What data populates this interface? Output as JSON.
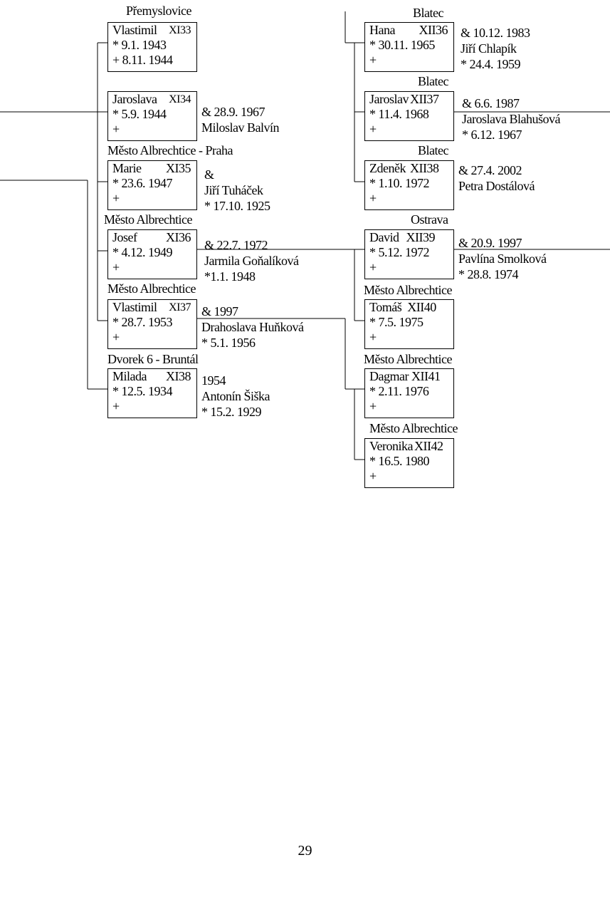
{
  "left_column": [
    {
      "place": "Přemyslovice",
      "name": "Vlastimil",
      "code": "XI33",
      "birth": "* 9.1. 1943",
      "death": "+ 8.11. 1944",
      "spouse": []
    },
    {
      "place": "",
      "name": "Jaroslava",
      "code": "XI34",
      "birth": "* 5.9. 1944",
      "death": "+",
      "spouse": [
        "& 28.9. 1967",
        "Miloslav Balvín"
      ]
    },
    {
      "place": "Město Albrechtice - Praha",
      "name": "Marie",
      "code": "XI35",
      "birth": "* 23.6. 1947",
      "death": "+",
      "spouse": [
        "&",
        "Jiří Tuháček",
        "* 17.10. 1925"
      ]
    },
    {
      "place": "Město Albrechtice",
      "name": "Josef",
      "code": "XI36",
      "birth": "* 4.12. 1949",
      "death": "+",
      "spouse": [
        "& 22.7. 1972",
        "Jarmila Goňalíková",
        "*1.1. 1948"
      ]
    },
    {
      "place": "Město Albrechtice",
      "name": "Vlastimil",
      "code": "XI37",
      "birth": "* 28.7. 1953",
      "death": "+",
      "spouse": [
        "& 1997",
        "Drahoslava Huňková",
        "* 5.1. 1956"
      ]
    },
    {
      "place": "Dvorek 6 - Bruntál",
      "name": "Milada",
      "code": "XI38",
      "birth": "* 12.5. 1934",
      "death": "+",
      "spouse": [
        "1954",
        "Antonín Šiška",
        "* 15.2. 1929"
      ]
    }
  ],
  "right_column": [
    {
      "place": "Blatec",
      "name": "Hana",
      "code": "XII36",
      "birth": "* 30.11. 1965",
      "death": "+",
      "spouse": [
        "& 10.12. 1983",
        "Jiří Chlapík",
        "* 24.4. 1959"
      ]
    },
    {
      "place": "Blatec",
      "name": "Jaroslav",
      "code": "XII37",
      "birth": "* 11.4. 1968",
      "death": "+",
      "spouse": [
        "& 6.6. 1987",
        "Jaroslava Blahušová",
        "* 6.12. 1967"
      ]
    },
    {
      "place": "Blatec",
      "name": "Zdeněk",
      "code": "XII38",
      "birth": "* 1.10. 1972",
      "death": "+",
      "spouse": [
        "& 27.4. 2002",
        "Petra Dostálová"
      ]
    },
    {
      "place": "Ostrava",
      "name": "David",
      "code": "XII39",
      "birth": "* 5.12. 1972",
      "death": "+",
      "spouse": [
        "& 20.9. 1997",
        "Pavlína Smolková",
        "* 28.8. 1974"
      ]
    },
    {
      "place": "Město Albrechtice",
      "name": "Tomáš",
      "code": "XII40",
      "birth": "* 7.5. 1975",
      "death": "+",
      "spouse": []
    },
    {
      "place": "Město Albrechtice",
      "name": "Dagmar",
      "code": "XII41",
      "birth": "* 2.11. 1976",
      "death": "+",
      "spouse": []
    },
    {
      "place": "Město Albrechtice",
      "name": "Veronika",
      "code": "XII42",
      "birth": "* 16.5. 1980",
      "death": "+",
      "spouse": []
    }
  ],
  "page_number": "29"
}
